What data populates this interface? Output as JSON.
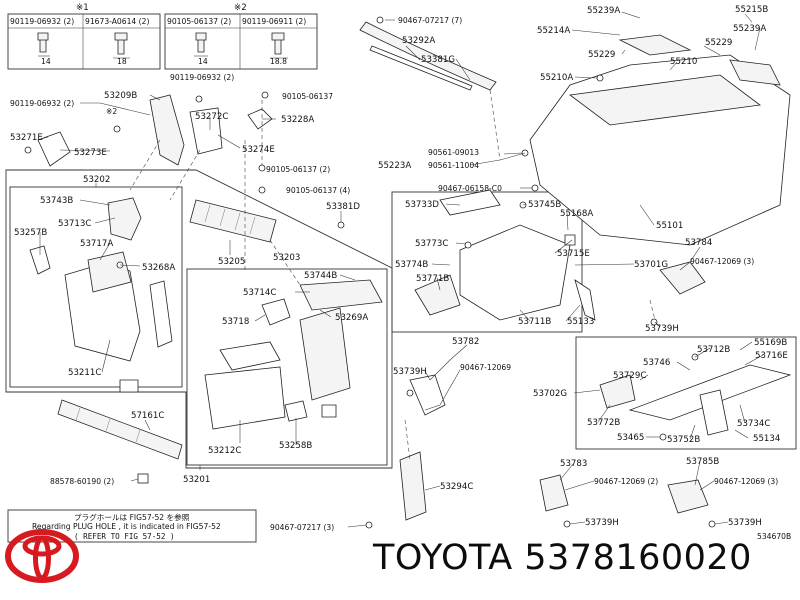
{
  "table": {
    "mark1": "※1",
    "mark2": "※2",
    "col1_part": "90119-06932 (2)",
    "col2_part": "91673-A0614 (2)",
    "col3_part": "90105-06137 (2)",
    "col4_part": "90119-06911 (2)",
    "col1_dim": "14",
    "col2_dim": "18",
    "col3_dim": "14",
    "col4_dim": "18.8"
  },
  "labels": {
    "l53209b": "53209B",
    "l90119_06932_a": "90119-06932 (2)",
    "l90119_06932_b": "90119-06932 (2)",
    "lmark2": "※2",
    "l53271e": "53271E",
    "l53273e": "53273E",
    "l90105_06137_a": "90105-06137",
    "l53272c": "53272C",
    "l53228a": "53228A",
    "l53274e": "53274E",
    "l90105_06137_b": "90105-06137 (2)",
    "l90105_06137_c": "90105-06137 (4)",
    "l53202": "53202",
    "l53743b": "53743B",
    "l53713c": "53713C",
    "l53257b": "53257B",
    "l53717a": "53717A",
    "l53268a": "53268A",
    "l53211c": "53211C",
    "l53205": "53205",
    "l53381d": "53381D",
    "l53203": "53203",
    "l53744b": "53744B",
    "l53714c": "53714C",
    "l53718": "53718",
    "l53269a": "53269A",
    "l53212c": "53212C",
    "l53258b": "53258B",
    "l57161c": "57161C",
    "l88578": "88578-60190 (2)",
    "l53201": "53201",
    "l90467_07217_top": "90467-07217 (7)",
    "l53292a": "53292A",
    "l53381g": "53381G",
    "l55239a_a": "55239A",
    "l55214a": "55214A",
    "l55229_a": "55229",
    "l55215b": "55215B",
    "l55239a_b": "55239A",
    "l55229_b": "55229",
    "l55210": "55210",
    "l55210a": "55210A",
    "l90561_09013": "90561-09013",
    "l55223a": "55223A",
    "l90561_11004": "90561-11004",
    "l90467_06158": "90467-06158-C0",
    "l55101": "55101",
    "l53733d": "53733D",
    "l53745b": "53745B",
    "l55168a": "55168A",
    "l53773c": "53773C",
    "l53715e": "53715E",
    "l53701g": "53701G",
    "l53774b": "53774B",
    "l53771b": "53771B",
    "l53711b": "53711B",
    "l55133": "55133",
    "l53784": "53784",
    "l90467_12069_a": "90467-12069 (3)",
    "l53739h_a": "53739H",
    "l53782": "53782",
    "l53739h_b": "53739H",
    "l90467_12069_b": "90467-12069",
    "l55169b": "55169B",
    "l53712b": "53712B",
    "l53716e": "53716E",
    "l53746": "53746",
    "l53702g": "53702G",
    "l53729c": "53729C",
    "l53772b": "53772B",
    "l53734c": "53734C",
    "l53465": "53465",
    "l53752b": "53752B",
    "l55134": "55134",
    "l53783": "53783",
    "l90467_12069_c": "90467-12069 (2)",
    "l53739h_c": "53739H",
    "l53785b": "53785B",
    "l90467_12069_d": "90467-12069 (3)",
    "l53739h_d": "53739H",
    "l53294c": "53294C",
    "l90467_07217_bot": "90467-07217 (3)",
    "l534670b": "534670B"
  },
  "note": {
    "line1": "プラグホールは FIG57-52 を参照",
    "line2": "Regarding PLUG HOLE , it is indicated in FIG57-52",
    "line3": "( REFER TO FIG 57-52 )"
  },
  "brand": {
    "text": "TOYOTA 5378160020",
    "logo_color": "#d71920"
  }
}
